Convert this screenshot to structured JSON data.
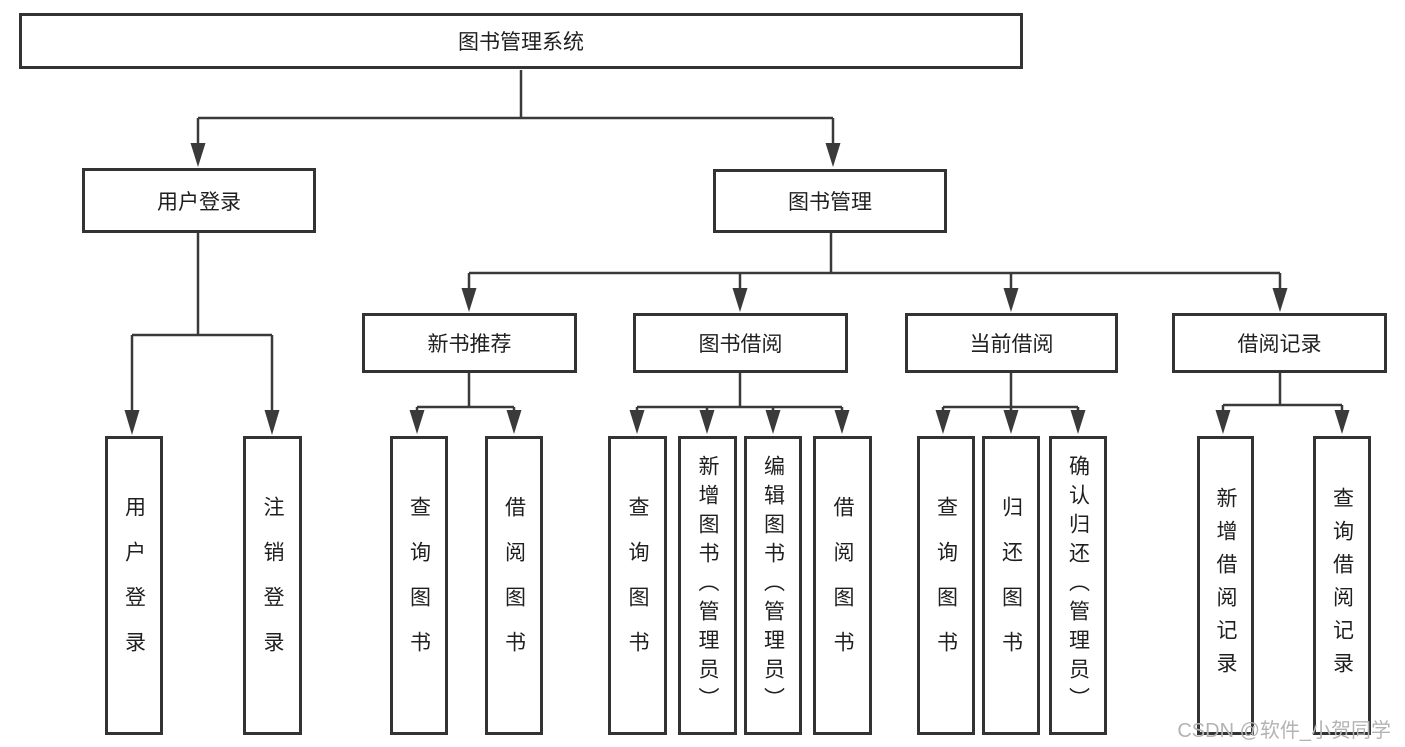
{
  "diagram": {
    "root": {
      "label": "图书管理系统",
      "children": [
        {
          "label": "用户登录",
          "children": [
            {
              "label": "用户登录"
            },
            {
              "label": "注销登录"
            }
          ]
        },
        {
          "label": "图书管理",
          "children": [
            {
              "label": "新书推荐",
              "children": [
                {
                  "label": "查询图书"
                },
                {
                  "label": "借阅图书"
                }
              ]
            },
            {
              "label": "图书借阅",
              "children": [
                {
                  "label": "查询图书"
                },
                {
                  "label": "新增图书（管理员）"
                },
                {
                  "label": "编辑图书（管理员）"
                },
                {
                  "label": "借阅图书"
                }
              ]
            },
            {
              "label": "当前借阅",
              "children": [
                {
                  "label": "查询图书"
                },
                {
                  "label": "归还图书"
                },
                {
                  "label": "确认归还（管理员）"
                }
              ]
            },
            {
              "label": "借阅记录",
              "children": [
                {
                  "label": "新增借阅记录"
                },
                {
                  "label": "查询借阅记录"
                }
              ]
            }
          ]
        }
      ]
    }
  },
  "watermark": {
    "text": "CSDN @软件_小贺同学"
  },
  "colors": {
    "line": "#3a3a3a",
    "node_border": "#333333",
    "node_fill": "#ffffff",
    "text": "#1f1f1f",
    "watermark": "#b3b3b3",
    "background": "#ffffff"
  }
}
